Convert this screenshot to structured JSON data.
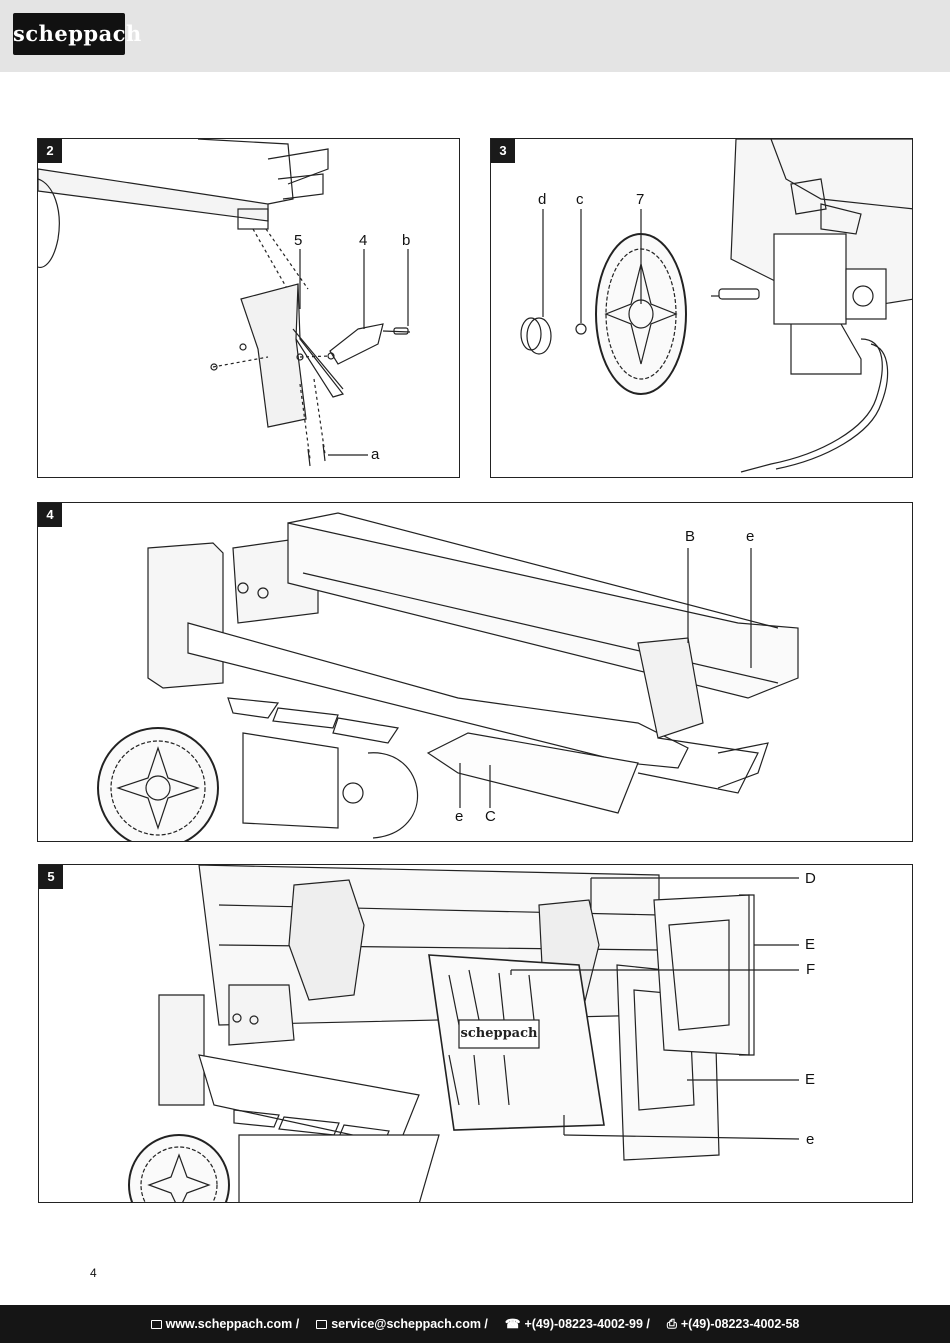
{
  "header": {
    "logo_text": "scheppach"
  },
  "figures": [
    {
      "number": "2",
      "labels": [
        "5",
        "4",
        "b",
        "a"
      ]
    },
    {
      "number": "3",
      "labels": [
        "d",
        "c",
        "7"
      ]
    },
    {
      "number": "4",
      "labels": [
        "B",
        "e",
        "e",
        "C"
      ]
    },
    {
      "number": "5",
      "labels": [
        "D",
        "E",
        "F",
        "E",
        "e"
      ],
      "cover_logo": "scheppach"
    }
  ],
  "page_number": "4",
  "footer": {
    "website": "www.scheppach.com /",
    "email": "service@scheppach.com /",
    "phone": "+(49)-08223-4002-99 /",
    "fax": "+(49)-08223-4002-58",
    "icons": [
      "laptop-icon",
      "mail-icon",
      "phone-icon",
      "fax-icon"
    ]
  }
}
